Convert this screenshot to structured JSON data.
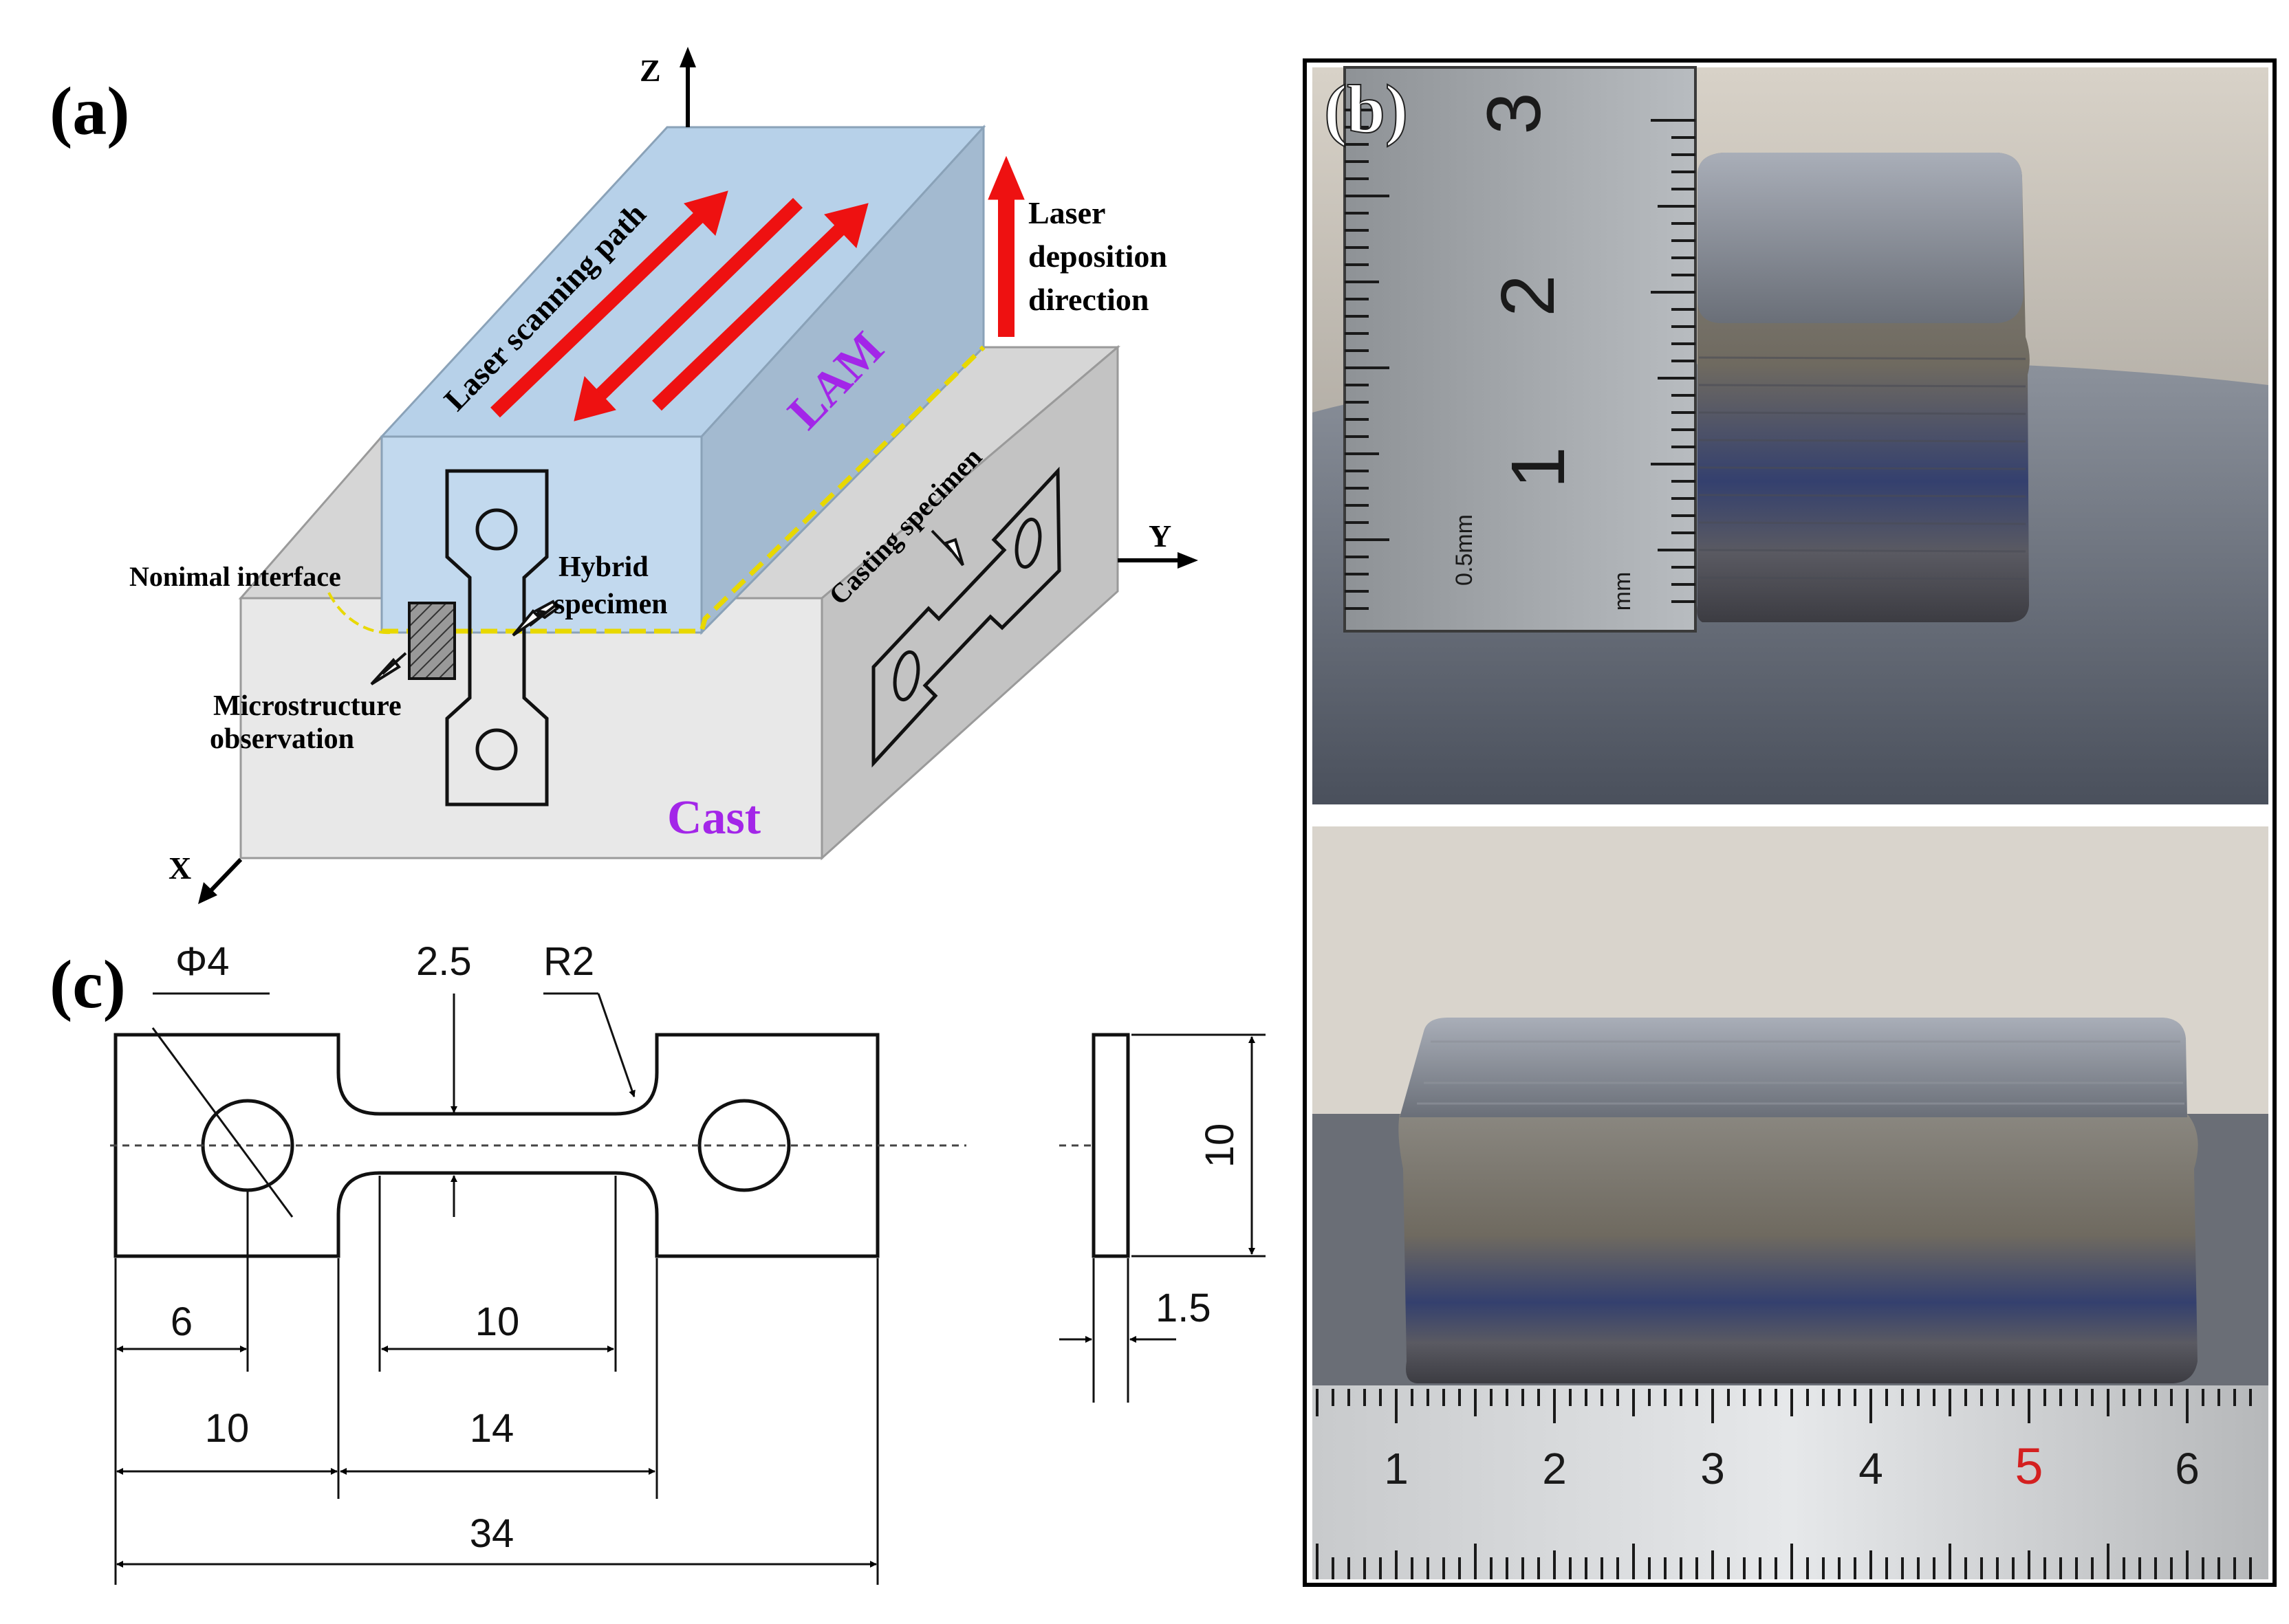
{
  "panel_a": {
    "label": "(a)",
    "axes": {
      "z": "Z",
      "y": "Y",
      "x": "X"
    },
    "labels": {
      "scanning_path": "Laser scanning path",
      "deposition_line1": "Laser",
      "deposition_line2": "deposition",
      "deposition_line3": "direction",
      "lam": "LAM",
      "cast": "Cast",
      "interface": "Nonimal interface",
      "hybrid_line1": "Hybrid",
      "hybrid_line2": "specimen",
      "micro_line1": "Microstructure",
      "micro_line2": "observation",
      "casting_specimen": "Casting specimen"
    },
    "colors": {
      "lam_block": "#c5dcf0",
      "cast_block": "#dcdcdc",
      "arrow": "#ee1111",
      "label_purple": "#a326e8",
      "interface": "#f0e000"
    }
  },
  "panel_b": {
    "label": "(b)",
    "ruler_top": {
      "numbers": [
        "3",
        "2",
        "1"
      ],
      "scale_text": "0.5mm",
      "unit_text": "mm"
    },
    "ruler_bottom": {
      "numbers": [
        "1",
        "2",
        "3",
        "4",
        "5",
        "6"
      ],
      "highlight": "5",
      "highlight_color": "#d42020"
    }
  },
  "panel_c": {
    "label": "(c)",
    "dimensions": {
      "phi": "Φ4",
      "neck_gap": "2.5",
      "radius": "R2",
      "hole_offset": "6",
      "gauge_length": "10",
      "shoulder": "10",
      "neck_length": "14",
      "total_length": "34",
      "height": "10",
      "thickness": "1.5"
    }
  }
}
